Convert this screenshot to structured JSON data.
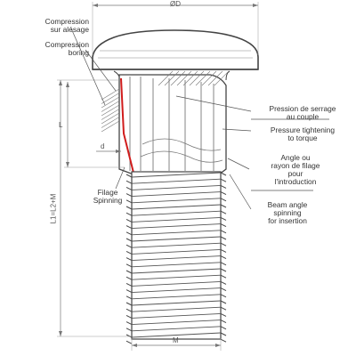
{
  "labels": {
    "compression_sur_alesage": [
      "Compression",
      "sur alésage"
    ],
    "compression_boring": [
      "Compression",
      "boring"
    ],
    "pression_serrage": [
      "Pression de serrage",
      "au couple"
    ],
    "pressure_tightening": [
      "Pressure tightening",
      "to torque"
    ],
    "angle_rayon": [
      "Angle ou",
      "rayon de filage",
      "pour",
      "l'introduction"
    ],
    "filage_spinning": [
      "Filage",
      "Spinning"
    ],
    "beam_angle": [
      "Beam angle",
      "spinning",
      "for insertion"
    ]
  },
  "dimensions": {
    "head_diameter": "ØD",
    "thread_diameter": "M",
    "total_length": "L1=L2+M",
    "shank_length": "L",
    "shank_diameter": "d"
  },
  "colors": {
    "line": "#444444",
    "hatch": "#7a7a7a",
    "accent": "#d01c1c",
    "leader": "#555555"
  }
}
